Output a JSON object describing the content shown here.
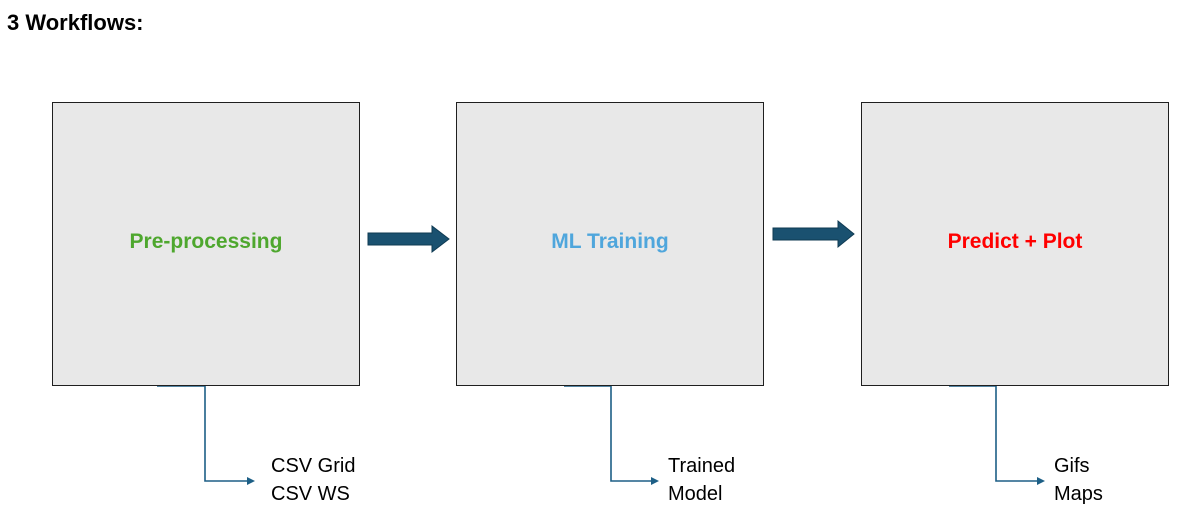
{
  "header": {
    "title": "3 Workflows:"
  },
  "stages": [
    {
      "label": "Pre-processing",
      "color": "#4ea72e",
      "outputs": [
        "CSV Grid",
        "CSV WS"
      ]
    },
    {
      "label": "ML Training",
      "color": "#4fa6dc",
      "outputs": [
        "Trained",
        "Model"
      ]
    },
    {
      "label": "Predict + Plot",
      "color": "#ff0000",
      "outputs": [
        "Gifs",
        "Maps"
      ]
    }
  ],
  "colors": {
    "flow_arrow": "#1a5170",
    "connector_line": "#1d5f86",
    "box_fill": "#e8e8e8",
    "box_border": "#1f1f1f"
  }
}
